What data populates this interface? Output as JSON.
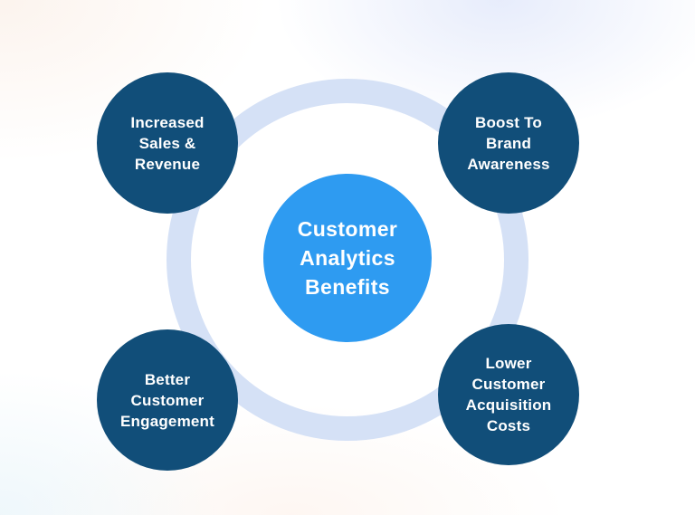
{
  "diagram": {
    "title": "Customer Analytics Benefits",
    "colors": {
      "center_fill": "#2E9BF1",
      "center_text": "#FFFFFF",
      "node_fill": "#114E79",
      "node_text": "#FFFFFF",
      "ring": "#D5E1F6"
    },
    "center_node": {
      "label": "Customer\nAnalytics\nBenefits"
    },
    "nodes": [
      {
        "position": "top-left",
        "label": "Increased\nSales &\nRevenue"
      },
      {
        "position": "top-right",
        "label": "Boost To\nBrand\nAwareness"
      },
      {
        "position": "bottom-left",
        "label": "Better\nCustomer\nEngagement"
      },
      {
        "position": "bottom-right",
        "label": "Lower\nCustomer\nAcquisition\nCosts"
      }
    ]
  }
}
